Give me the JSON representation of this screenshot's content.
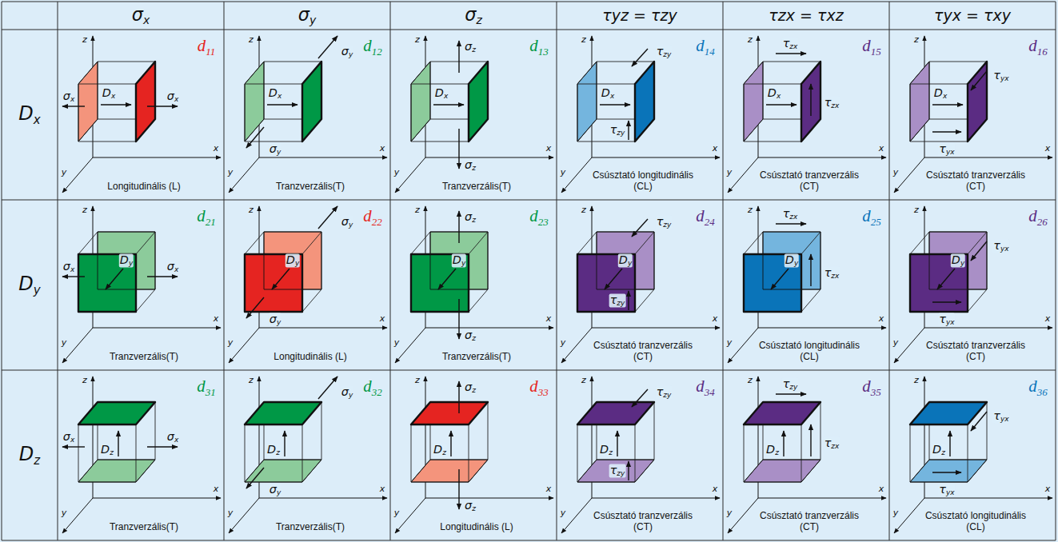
{
  "diagram": {
    "nodes": [
      {
        "text": [
          "σx"
        ]
      },
      {
        "text": [
          "σy"
        ]
      },
      {
        "text": [
          "σz"
        ]
      },
      {
        "text": [
          "τyz = τzy"
        ]
      },
      {
        "text": [
          "τzx = τxz"
        ]
      },
      {
        "text": [
          "τyx = τxy"
        ]
      },
      {
        "text": [
          "Dx"
        ]
      },
      {
        "text": [
          "d11",
          "z",
          "x",
          "y",
          "Dx",
          "σx",
          "σx",
          "Longitudinális (L)"
        ]
      },
      {
        "text": [
          "d12",
          "z",
          "x",
          "y",
          "Dx",
          "σy",
          "σy",
          "Tranzverzális(T)"
        ]
      },
      {
        "text": [
          "d13",
          "z",
          "x",
          "y",
          "Dx",
          "σz",
          "σz",
          "Tranzverzális(T)"
        ]
      },
      {
        "text": [
          "d14",
          "z",
          "x",
          "y",
          "Dx",
          "τzy",
          "τzy",
          "Csúsztató longitudinális (CL)"
        ]
      },
      {
        "text": [
          "d15",
          "z",
          "x",
          "y",
          "Dx",
          "τzx",
          "τzx",
          "Csúsztató tranzverzális (CT)"
        ]
      },
      {
        "text": [
          "d16",
          "z",
          "x",
          "y",
          "Dx",
          "τyx",
          "τyx",
          "Csúsztató tranzverzális (CT)"
        ]
      },
      {
        "text": [
          "Dy"
        ]
      },
      {
        "text": [
          "d21",
          "z",
          "x",
          "y",
          "Dy",
          "σx",
          "σx",
          "Tranzverzális(T)"
        ]
      },
      {
        "text": [
          "d22",
          "z",
          "x",
          "y",
          "Dy",
          "σy",
          "σy",
          "Longitudinális (L)"
        ]
      },
      {
        "text": [
          "d23",
          "z",
          "x",
          "y",
          "Dy",
          "σz",
          "σz",
          "Tranzverzális(T)"
        ]
      },
      {
        "text": [
          "d24",
          "z",
          "x",
          "y",
          "Dy",
          "τzy",
          "τzy",
          "Csúsztató tranzverzális (CT)"
        ]
      },
      {
        "text": [
          "d25",
          "z",
          "x",
          "y",
          "Dy",
          "τzx",
          "τzx",
          "Csúsztató longitudinális (CL)"
        ]
      },
      {
        "text": [
          "d26",
          "z",
          "x",
          "y",
          "Dy",
          "τyx",
          "τyx",
          "Csúsztató tranzverzális (CT)"
        ]
      },
      {
        "text": [
          "Dz"
        ]
      },
      {
        "text": [
          "d31",
          "z",
          "x",
          "y",
          "Dz",
          "σx",
          "σx",
          "Tranzverzális(T)"
        ]
      },
      {
        "text": [
          "d32",
          "z",
          "x",
          "y",
          "Dz",
          "σy",
          "σy",
          "Tranzverzális(T)"
        ]
      },
      {
        "text": [
          "d33",
          "z",
          "x",
          "y",
          "Dz",
          "σz",
          "σz",
          "Longitudinális (L)"
        ]
      },
      {
        "text": [
          "d34",
          "z",
          "x",
          "y",
          "Dz",
          "τzy",
          "τzy",
          "Csúsztató tranzverzális (CT)"
        ]
      },
      {
        "text": [
          "d35",
          "z",
          "x",
          "y",
          "Dz",
          "τzy",
          "τzx",
          "Csúsztató tranzverzális (CT)"
        ]
      },
      {
        "text": [
          "d36",
          "z",
          "x",
          "y",
          "Dz",
          "τyx",
          "τyx",
          "Csúsztató longitudinális (CL)"
        ]
      }
    ]
  }
}
